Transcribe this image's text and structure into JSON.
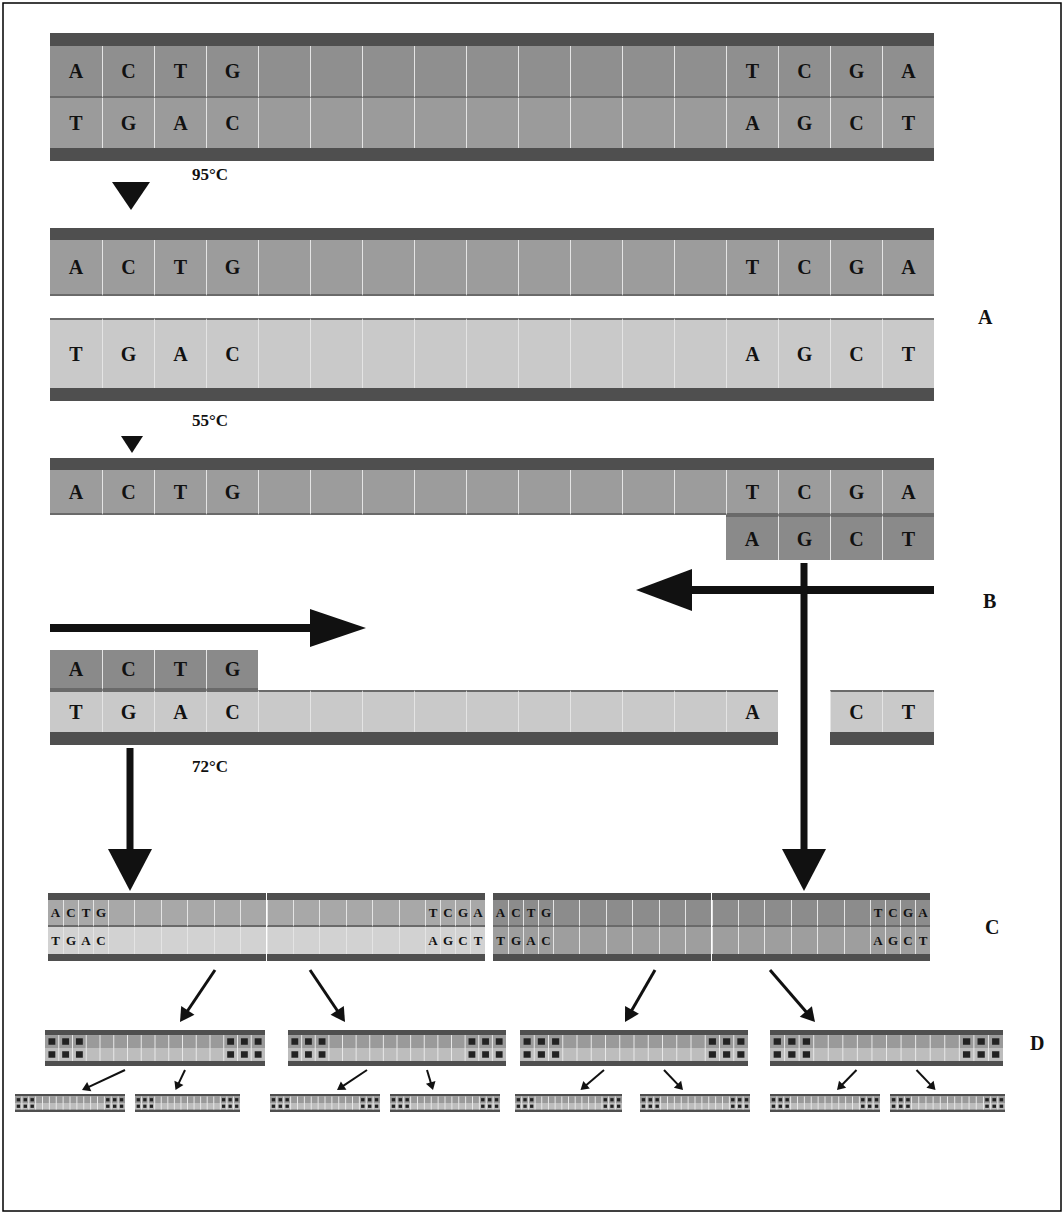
{
  "diagram": {
    "nodes": [
      {
        "text": [
          "A",
          "C",
          "T",
          "G",
          "T",
          "C",
          "G",
          "A",
          "T",
          "G",
          "A",
          "C",
          "A",
          "G",
          "C",
          "T"
        ]
      },
      {
        "text": [
          "A",
          "C",
          "T",
          "G",
          "T",
          "C",
          "G",
          "A"
        ]
      },
      {
        "text": [
          "T",
          "G",
          "A",
          "C",
          "A",
          "G",
          "C",
          "T"
        ]
      },
      {
        "text": [
          "A",
          "C",
          "T",
          "G",
          "T",
          "C",
          "G",
          "A"
        ]
      },
      {
        "text": [
          "A",
          "G",
          "C",
          "T"
        ]
      },
      {
        "text": [
          "A",
          "C",
          "T",
          "G"
        ]
      },
      {
        "text": [
          "T",
          "G",
          "A",
          "C",
          "A",
          "C",
          "T"
        ]
      },
      {
        "text": [
          "A",
          "C",
          "T",
          "G",
          "T",
          "C",
          "G",
          "A",
          "T",
          "G",
          "A",
          "C",
          "A",
          "G",
          "C",
          "T"
        ]
      },
      {
        "text": [
          "A",
          "C",
          "T",
          "G",
          "T",
          "C",
          "G",
          "A",
          "T",
          "G",
          "A",
          "C",
          "A",
          "G",
          "C",
          "T"
        ]
      }
    ],
    "edges": [
      {
        "from": 6,
        "to": 7,
        "arrow": "to"
      },
      {
        "from": 4,
        "to": 8,
        "arrow": "to"
      }
    ],
    "labels": [
      "95°C",
      "A",
      "55°C",
      "B",
      "72°C",
      "C",
      "D"
    ]
  }
}
